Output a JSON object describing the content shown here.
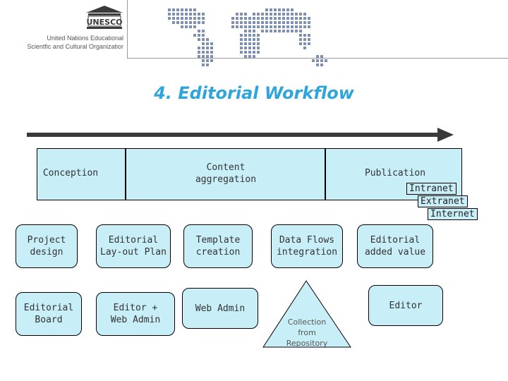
{
  "header": {
    "logo_text": "UNESCO",
    "org_line1": "United Nations Educational",
    "org_line2": "Scientfic and Cultural Organizatior"
  },
  "title": "4. Editorial Workflow",
  "stages": {
    "conception": "Conception",
    "content_line1": "Content",
    "content_line2": "aggregation",
    "publication": "Publication"
  },
  "channels": [
    "Intranet",
    "Extranet",
    "Internet"
  ],
  "row1": {
    "project_1": "Project",
    "project_2": "design",
    "layout_1": "Editorial",
    "layout_2": "Lay-out Plan",
    "template_1": "Template",
    "template_2": "creation",
    "dataflows_1": "Data Flows",
    "dataflows_2": "integration",
    "added_1": "Editorial",
    "added_2": "added value"
  },
  "row2": {
    "board_1": "Editorial",
    "board_2": "Board",
    "editor_1": "Editor +",
    "editor_2": "Web Admin",
    "webadmin": "Web Admin",
    "editor": "Editor"
  },
  "triangle": {
    "line1": "Collection",
    "line2": "from",
    "line3": "Repository"
  },
  "colors": {
    "box_fill": "#c8eef8",
    "title": "#2fa5dc",
    "map_dots": "#7f8fae"
  }
}
